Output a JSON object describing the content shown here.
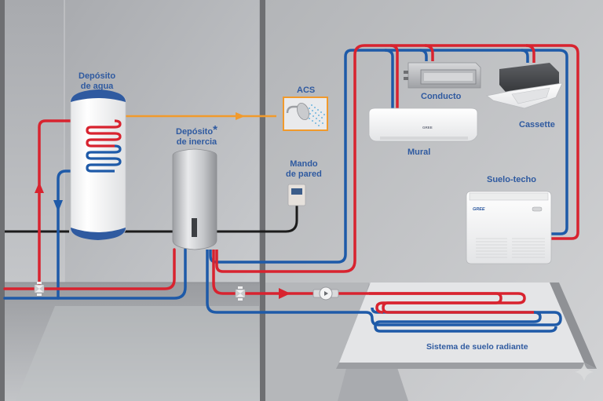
{
  "diagram": {
    "subject": "Sistema hidrónico con bomba de calor: ACS, depósito de inercia, unidades interiores y suelo radiante",
    "colors": {
      "hot_pipe": "#d8232f",
      "cold_pipe": "#1e5aa8",
      "dhw_line": "#f19a2c",
      "control_cable": "#1c1c1c",
      "label_text": "#2f5aa0",
      "wall": "#b9bbbe",
      "floor": "#9c9ea2",
      "divider": "#6e6f72"
    },
    "labels": {
      "water_tank_line1": "Depósito",
      "water_tank_line2": "de agua",
      "buffer_tank_line1": "Depósito",
      "buffer_tank_asterisk": "*",
      "buffer_tank_line2": "de inercia",
      "acs": "ACS",
      "wall_control_line1": "Mando",
      "wall_control_line2": "de pared",
      "duct": "Conducto",
      "cassette": "Cassette",
      "wall_mounted": "Mural",
      "floor_ceiling": "Suelo-techo",
      "underfloor": "Sistema de suelo radiante"
    },
    "brand_marks": {
      "mural": "GREE",
      "suelo_techo": "GREE"
    },
    "icons": [
      "shower-icon",
      "arrow-up-icon",
      "arrow-down-icon",
      "arrow-right-icon",
      "three-way-valve-icon",
      "pump-icon",
      "thermostat-icon",
      "sparkle-icon"
    ]
  }
}
